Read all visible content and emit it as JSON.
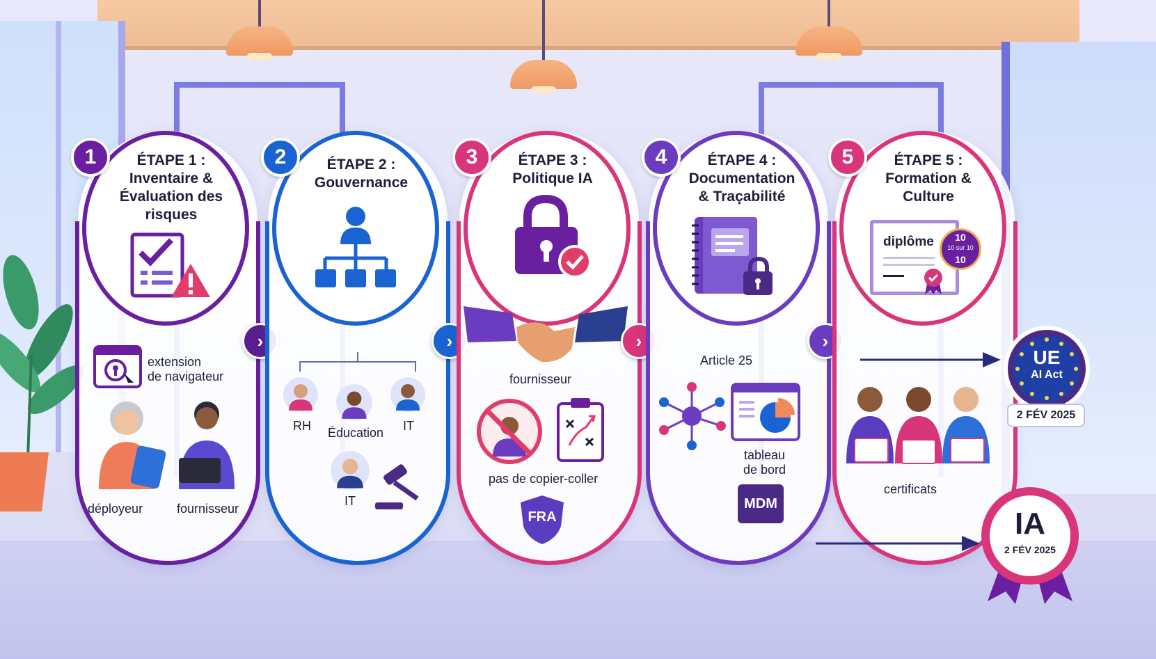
{
  "steps": [
    {
      "num": "1",
      "title_l1": "ÉTAPE 1 :",
      "title_l2": "Inventaire &",
      "title_l3": "Évaluation des",
      "title_l4": "risques",
      "color": "#6a1fa0",
      "labels": {
        "ext": "extension",
        "ext2": "de navigateur",
        "deployer": "déployeur",
        "supplier": "fournisseur"
      }
    },
    {
      "num": "2",
      "title_l1": "ÉTAPE 2 :",
      "title_l2": "Gouvernance",
      "color": "#1a63d3",
      "labels": {
        "hr": "RH",
        "education": "Éducation",
        "it1": "IT",
        "it2": "IT"
      }
    },
    {
      "num": "3",
      "title_l1": "ÉTAPE 3 :",
      "title_l2": "Politique IA",
      "color": "#d8357a",
      "labels": {
        "supplier": "fournisseur",
        "nocopy": "pas de copier-coller",
        "fra": "FRA"
      }
    },
    {
      "num": "4",
      "title_l1": "ÉTAPE 4 :",
      "title_l2": "Documentation",
      "title_l3": "& Traçabilité",
      "color": "#6b3cc0",
      "labels": {
        "article": "Article 25",
        "dash1": "tableau",
        "dash2": "de bord",
        "mdm": "MDM"
      }
    },
    {
      "num": "5",
      "title_l1": "ÉTAPE 5 :",
      "title_l2": "Formation &",
      "title_l3": "Culture",
      "color": "#d8357a",
      "labels": {
        "diploma": "diplôme",
        "score_a": "10",
        "score_b": "10",
        "score_mid": "10 sur 10",
        "certificates": "certificats"
      }
    }
  ],
  "eu_seal": {
    "l1": "UE",
    "l2": "AI Act",
    "date": "2 FÉV 2025"
  },
  "ia_seal": {
    "l1": "IA",
    "date": "2 FÉV 2025"
  },
  "arrows": [
    {
      "glyph": "›",
      "color": "#5a1f8f"
    },
    {
      "glyph": "›",
      "color": "#1a63d3"
    },
    {
      "glyph": "›",
      "color": "#d8357a"
    },
    {
      "glyph": "›",
      "color": "#6b3cc0"
    }
  ]
}
